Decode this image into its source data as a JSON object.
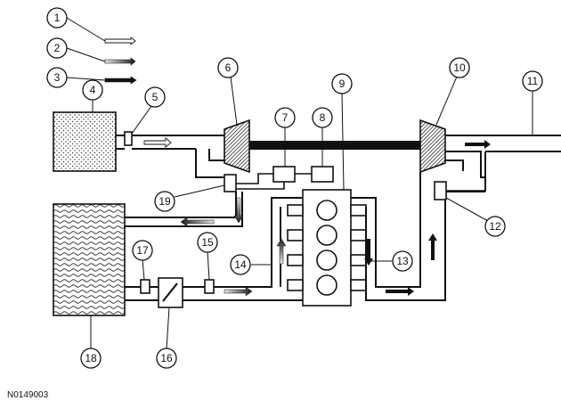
{
  "figure_id": "N0149003",
  "callouts": [
    "1",
    "2",
    "3",
    "4",
    "5",
    "6",
    "7",
    "8",
    "9",
    "10",
    "11",
    "12",
    "13",
    "14",
    "15",
    "16",
    "17",
    "18",
    "19"
  ],
  "colors": {
    "line": "#111111",
    "fresh_air_arrow": "#ffffff",
    "mixed_gas_arrow_start": "#dddddd",
    "mixed_gas_arrow_end": "#222222",
    "exhaust_arrow": "#111111"
  },
  "icons": {
    "fresh_air_arrow": "hollow-arrow-icon",
    "mixed_gas_arrow": "gradient-arrow-icon",
    "exhaust_arrow": "solid-arrow-icon",
    "compressor": "compressor-icon",
    "turbine": "turbine-icon",
    "air_filter": "air-filter-icon",
    "intercooler": "intercooler-icon",
    "throttle": "throttle-body-icon",
    "engine": "engine-block-icon"
  }
}
